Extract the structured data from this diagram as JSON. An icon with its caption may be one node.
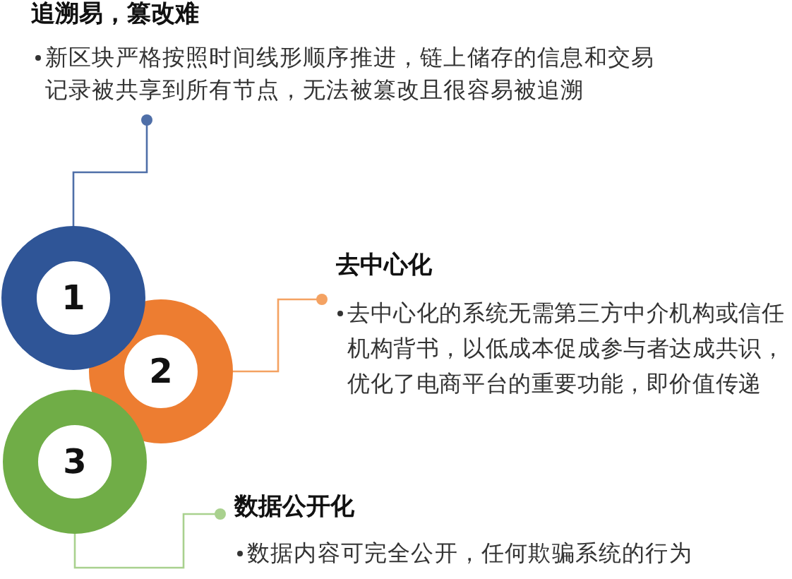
{
  "diagram": {
    "nodes": [
      {
        "text": [
          "追溯易，篡改难",
          "新区块严格按照时间线形顺序推进，链上储存的信息和交易记录被共享到所有节点，无法被篡改且很容易被追溯"
        ]
      },
      {
        "text": [
          "1"
        ]
      },
      {
        "text": [
          "去中心化",
          "去中心化的系统无需第三方中介机构或信任机构背书，以低成本促成参与者达成共识，优化了电商平台的重要功能，即价值传递"
        ]
      },
      {
        "text": [
          "2"
        ]
      },
      {
        "text": [
          "3"
        ]
      },
      {
        "text": [
          "数据公开化",
          "数据内容可完全公开，任何欺骗系统的行为"
        ]
      }
    ],
    "edges": [
      {
        "from": 1,
        "to": 0,
        "arrow": "other",
        "color": "#4f6fa8"
      },
      {
        "from": 3,
        "to": 2,
        "arrow": "other",
        "color": "#f4a262"
      },
      {
        "from": 4,
        "to": 5,
        "arrow": "other",
        "color": "#a9d18e"
      }
    ]
  }
}
